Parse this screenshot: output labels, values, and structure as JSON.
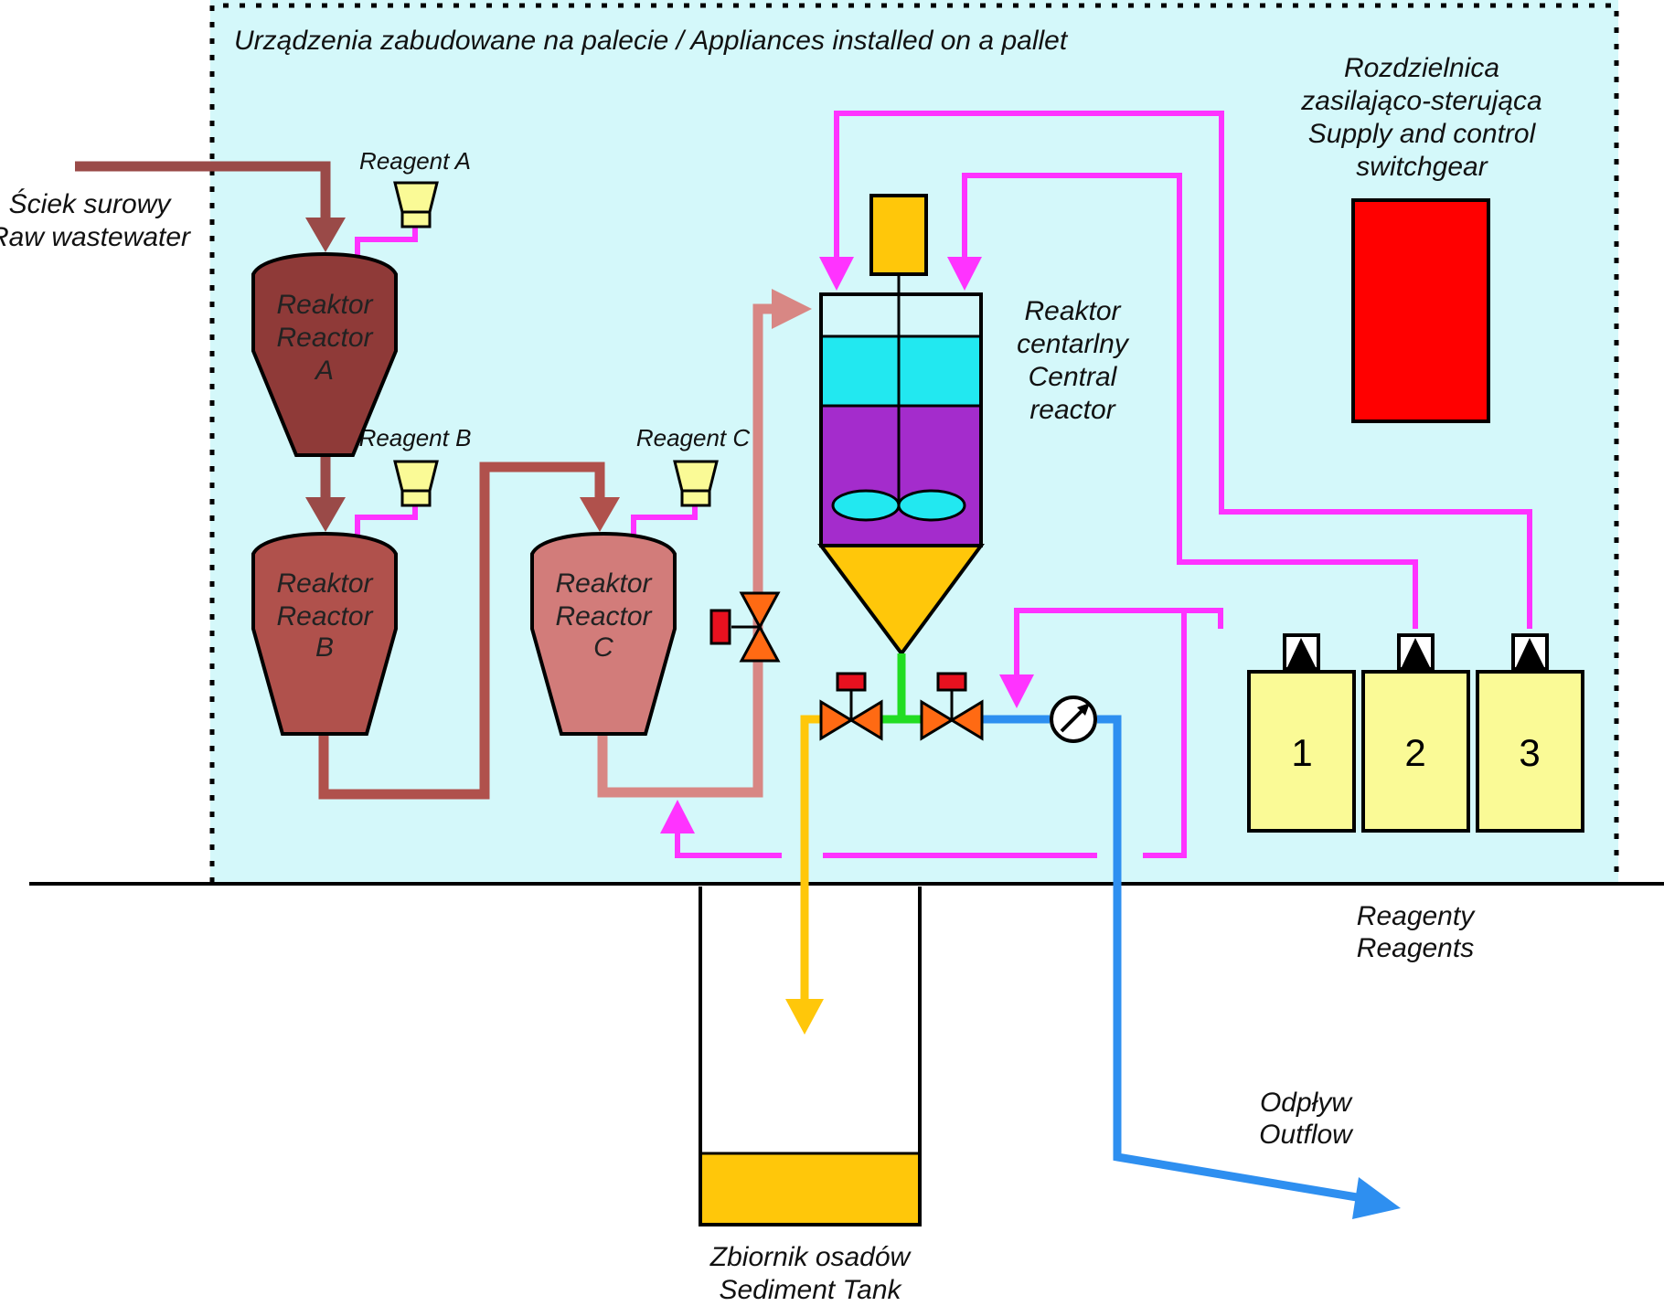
{
  "pallet_label": "Urządzenia zabudowane na palecie / Appliances installed on a pallet",
  "inflow": {
    "line1": "Ściek surowy",
    "line2": "Raw wastewater"
  },
  "reagent_a": "Reagent A",
  "reagent_b": "Reagent B",
  "reagent_c": "Reagent C",
  "reactor_a": {
    "line1": "Reaktor",
    "line2": "Reactor",
    "line3": "A"
  },
  "reactor_b": {
    "line1": "Reaktor",
    "line2": "Reactor",
    "line3": "B"
  },
  "reactor_c": {
    "line1": "Reaktor",
    "line2": "Reactor",
    "line3": "C"
  },
  "central_reactor": {
    "line1": "Reaktor",
    "line2": "centarlny",
    "line3": "Central",
    "line4": "reactor"
  },
  "switchgear": {
    "line1": "Rozdzielnica",
    "line2": "zasilająco-sterująca",
    "line3": "Supply and control",
    "line4": "switchgear"
  },
  "reagent_tanks": [
    "1",
    "2",
    "3"
  ],
  "reagents_label": {
    "line1": "Reagenty",
    "line2": "Reagents"
  },
  "outflow": {
    "line1": "Odpływ",
    "line2": "Outflow"
  },
  "sediment_tank": {
    "line1": "Zbiornik osadów",
    "line2": "Sediment Tank"
  },
  "colors": {
    "pallet_fill": "#d4f8fa",
    "raw_wastewater": "#9a4a48",
    "reactor_a": "#8f3a38",
    "reactor_b": "#b0514c",
    "reactor_c": "#d27c7a",
    "pipe_c": "#d88784",
    "reagent_line": "#ff33ff",
    "sludge": "#ffc70a",
    "clean_water": "#2e8ff0",
    "valve": "#ff6a13",
    "actuator": "#e8111f",
    "mix_water": "#22e8f0",
    "mix_sludge": "#a42ccc",
    "switchgear": "#ff0000",
    "reagent_tank": "#fafa96",
    "green_link": "#22dd22"
  }
}
